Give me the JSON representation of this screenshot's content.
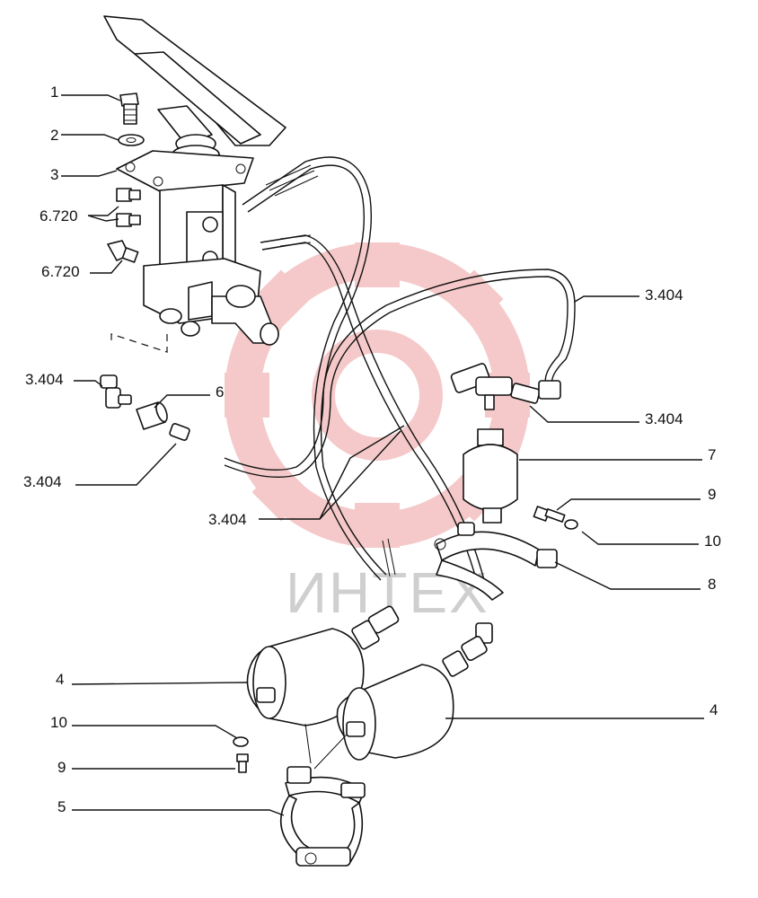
{
  "watermark": {
    "text": "ИНТЕХ",
    "logo_color": "#f4c4c4",
    "text_color": "#cfcfcf"
  },
  "callouts": {
    "c1": "1",
    "c2": "2",
    "c3": "3",
    "c6720a": "6.720",
    "c6720b": "6.720",
    "c3404a": "3.404",
    "c6": "6",
    "c3404b": "3.404",
    "c3404c": "3.404",
    "c3404d": "3.404",
    "c3404e": "3.404",
    "c7": "7",
    "c9a": "9",
    "c10a": "10",
    "c8": "8",
    "c4a": "4",
    "c4b": "4",
    "c10b": "10",
    "c9b": "9",
    "c5": "5"
  }
}
